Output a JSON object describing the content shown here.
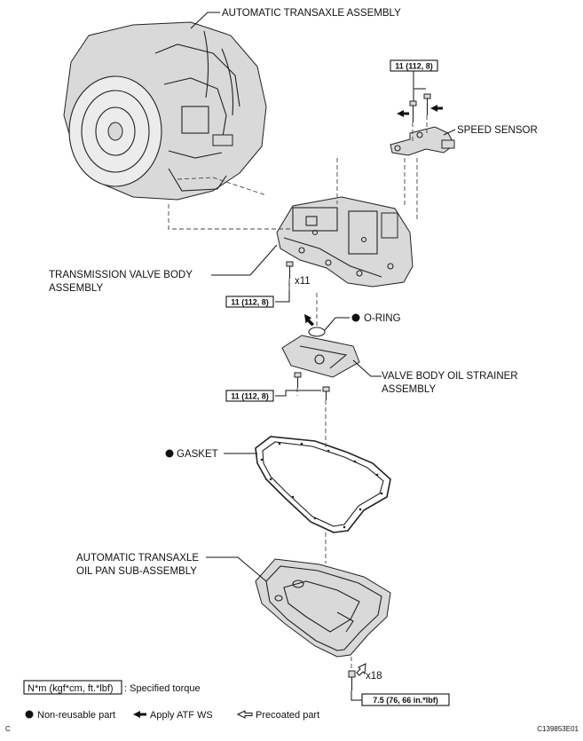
{
  "labels": {
    "transaxle": "AUTOMATIC TRANSAXLE ASSEMBLY",
    "speed_sensor": "SPEED SENSOR",
    "valve_body_1": "TRANSMISSION VALVE BODY",
    "valve_body_2": "ASSEMBLY",
    "oring": "O-RING",
    "strainer_1": "VALVE BODY OIL STRAINER",
    "strainer_2": "ASSEMBLY",
    "gasket": "GASKET",
    "oil_pan_1": "AUTOMATIC TRANSAXLE",
    "oil_pan_2": "OIL PAN SUB-ASSEMBLY"
  },
  "torques": {
    "speed_sensor": "11 (112, 8)",
    "valve_body": "11 (112, 8)",
    "strainer": "11 (112, 8)",
    "oil_pan": "7.5 (76, 66 in.*lbf)"
  },
  "counts": {
    "valve_body_bolts": "x11",
    "oil_pan_bolts": "x18"
  },
  "legend": {
    "unit": "N*m (kgf*cm, ft.*lbf)",
    "unit_desc": ": Specified torque",
    "non_reusable": "Non-reusable part",
    "atf": "Apply ATF WS",
    "precoated": "Precoated part"
  },
  "corner": {
    "left": "C",
    "code": "C139853E01"
  },
  "colors": {
    "ink": "#111111",
    "fill": "#d9d9d9"
  }
}
